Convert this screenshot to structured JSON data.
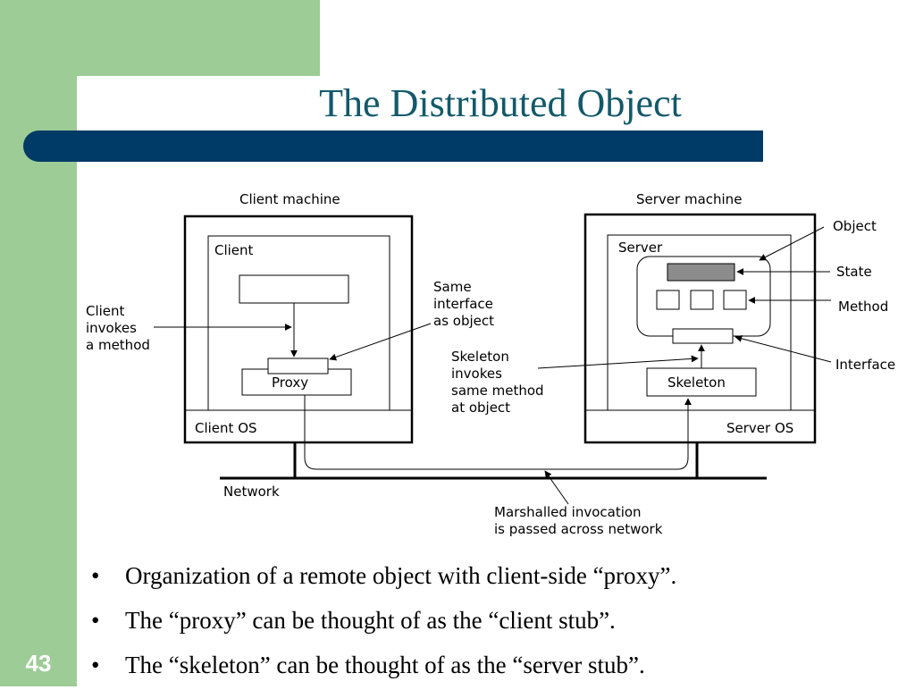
{
  "slide": {
    "title": "The Distributed Object",
    "number": "43",
    "bullets": [
      "Organization of a remote object with client-side “proxy”.",
      "The “proxy” can be thought of as the “client stub”.",
      "The “skeleton” can be thought of as the “server stub”."
    ]
  },
  "diagram": {
    "client_machine": "Client machine",
    "server_machine": "Server machine",
    "client": "Client",
    "server": "Server",
    "proxy": "Proxy",
    "skeleton": "Skeleton",
    "client_os": "Client OS",
    "server_os": "Server OS",
    "network": "Network",
    "callouts": {
      "client_invokes": [
        "Client",
        "invokes",
        "a method"
      ],
      "same_interface": [
        "Same",
        "interface",
        "as object"
      ],
      "skeleton_invokes": [
        "Skeleton",
        "invokes",
        "same method",
        "at object"
      ],
      "marshalled": [
        "Marshalled invocation",
        "is passed across network"
      ],
      "object": "Object",
      "state": "State",
      "method": "Method",
      "interface": "Interface"
    }
  },
  "colors": {
    "green": "#9dcc96",
    "title_text": "#13596a",
    "title_bar": "#003a66",
    "state_fill": "#8c8c8c"
  }
}
